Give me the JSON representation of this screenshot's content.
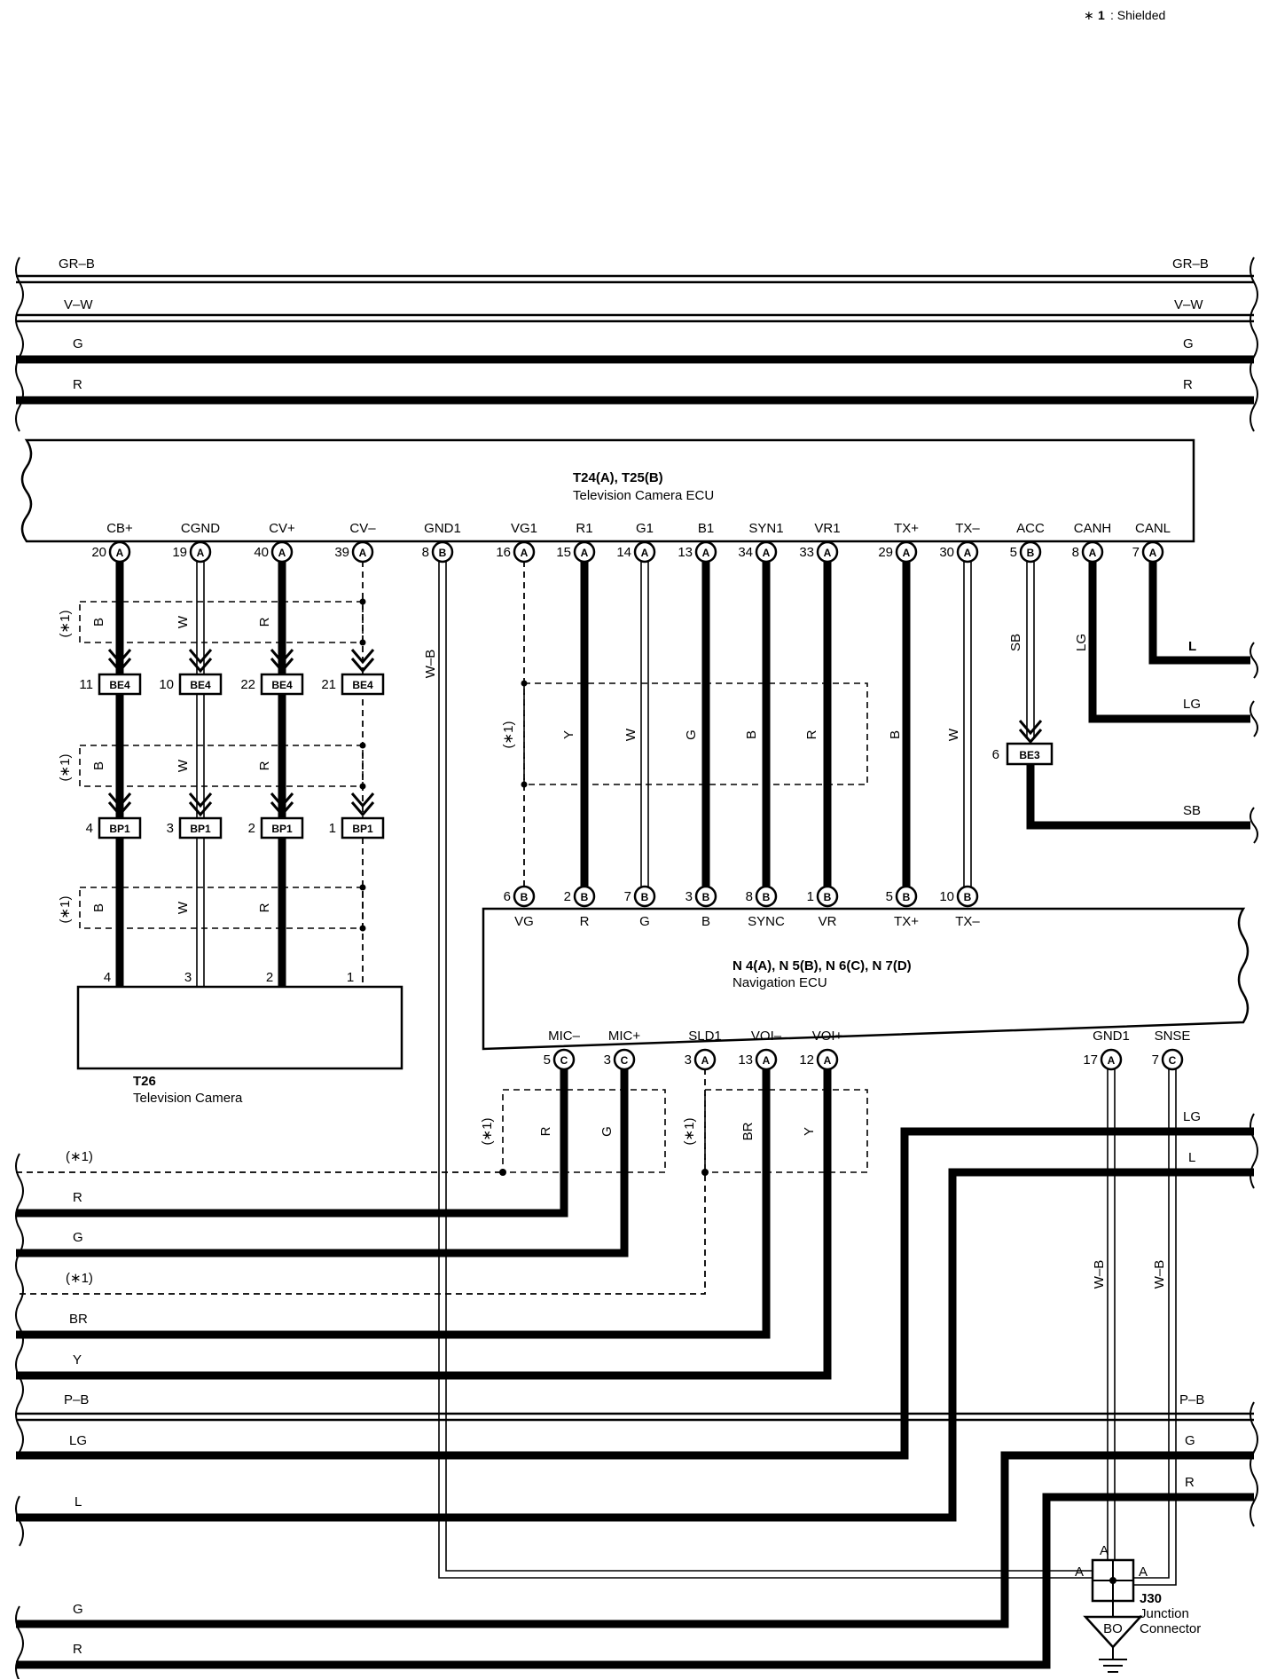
{
  "legend": {
    "marker": "∗",
    "number": "1",
    "text": ": Shielded"
  },
  "top_wires": [
    "GR–B",
    "V–W",
    "G",
    "R"
  ],
  "tv_ecu": {
    "title": "T24(A), T25(B)",
    "subtitle": "Television Camera ECU",
    "pins": [
      {
        "name": "CB+",
        "num": "20",
        "conn": "A"
      },
      {
        "name": "CGND",
        "num": "19",
        "conn": "A"
      },
      {
        "name": "CV+",
        "num": "40",
        "conn": "A"
      },
      {
        "name": "CV–",
        "num": "39",
        "conn": "A"
      },
      {
        "name": "GND1",
        "num": "8",
        "conn": "B"
      },
      {
        "name": "VG1",
        "num": "16",
        "conn": "A"
      },
      {
        "name": "R1",
        "num": "15",
        "conn": "A"
      },
      {
        "name": "G1",
        "num": "14",
        "conn": "A"
      },
      {
        "name": "B1",
        "num": "13",
        "conn": "A"
      },
      {
        "name": "SYN1",
        "num": "34",
        "conn": "A"
      },
      {
        "name": "VR1",
        "num": "33",
        "conn": "A"
      },
      {
        "name": "TX+",
        "num": "29",
        "conn": "A"
      },
      {
        "name": "TX–",
        "num": "30",
        "conn": "A"
      },
      {
        "name": "ACC",
        "num": "5",
        "conn": "B"
      },
      {
        "name": "CANH",
        "num": "8",
        "conn": "A"
      },
      {
        "name": "CANL",
        "num": "7",
        "conn": "A"
      }
    ]
  },
  "camera_harness": {
    "shield_label": "(∗1)",
    "colors": [
      "B",
      "W",
      "R"
    ],
    "be4": [
      {
        "num": "11",
        "name": "BE4"
      },
      {
        "num": "10",
        "name": "BE4"
      },
      {
        "num": "22",
        "name": "BE4"
      },
      {
        "num": "21",
        "name": "BE4"
      }
    ],
    "bp1": [
      {
        "num": "4",
        "name": "BP1"
      },
      {
        "num": "3",
        "name": "BP1"
      },
      {
        "num": "2",
        "name": "BP1"
      },
      {
        "num": "1",
        "name": "BP1"
      }
    ],
    "camera_pins": [
      "4",
      "3",
      "2",
      "1"
    ]
  },
  "tv_camera": {
    "title": "T26",
    "subtitle": "Television Camera"
  },
  "gnd_wire_label": "W–B",
  "video_harness": {
    "shield_label": "(∗1)",
    "colors": [
      "Y",
      "W",
      "G",
      "B",
      "R"
    ],
    "tx_colors": [
      "B",
      "W"
    ]
  },
  "acc_wire": {
    "color": "SB",
    "be3_num": "6",
    "be3_name": "BE3",
    "out_label": "SB"
  },
  "can_wires": {
    "canh_color": "LG",
    "canh_out": "LG",
    "canl_out": "L"
  },
  "nav_ecu": {
    "title": "N 4(A), N 5(B), N 6(C), N 7(D)",
    "subtitle": "Navigation ECU",
    "top_pins": [
      {
        "name": "VG",
        "num": "6",
        "conn": "B"
      },
      {
        "name": "R",
        "num": "2",
        "conn": "B"
      },
      {
        "name": "G",
        "num": "7",
        "conn": "B"
      },
      {
        "name": "B",
        "num": "3",
        "conn": "B"
      },
      {
        "name": "SYNC",
        "num": "8",
        "conn": "B"
      },
      {
        "name": "VR",
        "num": "1",
        "conn": "B"
      },
      {
        "name": "TX+",
        "num": "5",
        "conn": "B"
      },
      {
        "name": "TX–",
        "num": "10",
        "conn": "B"
      }
    ],
    "bottom_pins": [
      {
        "name": "MIC–",
        "num": "5",
        "conn": "C"
      },
      {
        "name": "MIC+",
        "num": "3",
        "conn": "C"
      },
      {
        "name": "SLD1",
        "num": "3",
        "conn": "A"
      },
      {
        "name": "VOI–",
        "num": "13",
        "conn": "A"
      },
      {
        "name": "VOI+",
        "num": "12",
        "conn": "A"
      },
      {
        "name": "GND1",
        "num": "17",
        "conn": "A"
      },
      {
        "name": "SNSE",
        "num": "7",
        "conn": "C"
      }
    ]
  },
  "mic_voice": {
    "shield_label": "(∗1)",
    "mic_colors": [
      "R",
      "G"
    ],
    "voi_colors": [
      "BR",
      "Y"
    ]
  },
  "left_wires": [
    "(∗1)",
    "R",
    "G",
    "(∗1)",
    "BR",
    "Y",
    "P–B",
    "LG",
    "L",
    "G",
    "R"
  ],
  "right_wires": [
    "LG",
    "L",
    "P–B",
    "G",
    "R"
  ],
  "gnd_labels": [
    "W–B",
    "W–B"
  ],
  "junction": {
    "title": "J30",
    "line1": "Junction",
    "line2": "Connector",
    "pin": "A",
    "ground": "BO"
  }
}
